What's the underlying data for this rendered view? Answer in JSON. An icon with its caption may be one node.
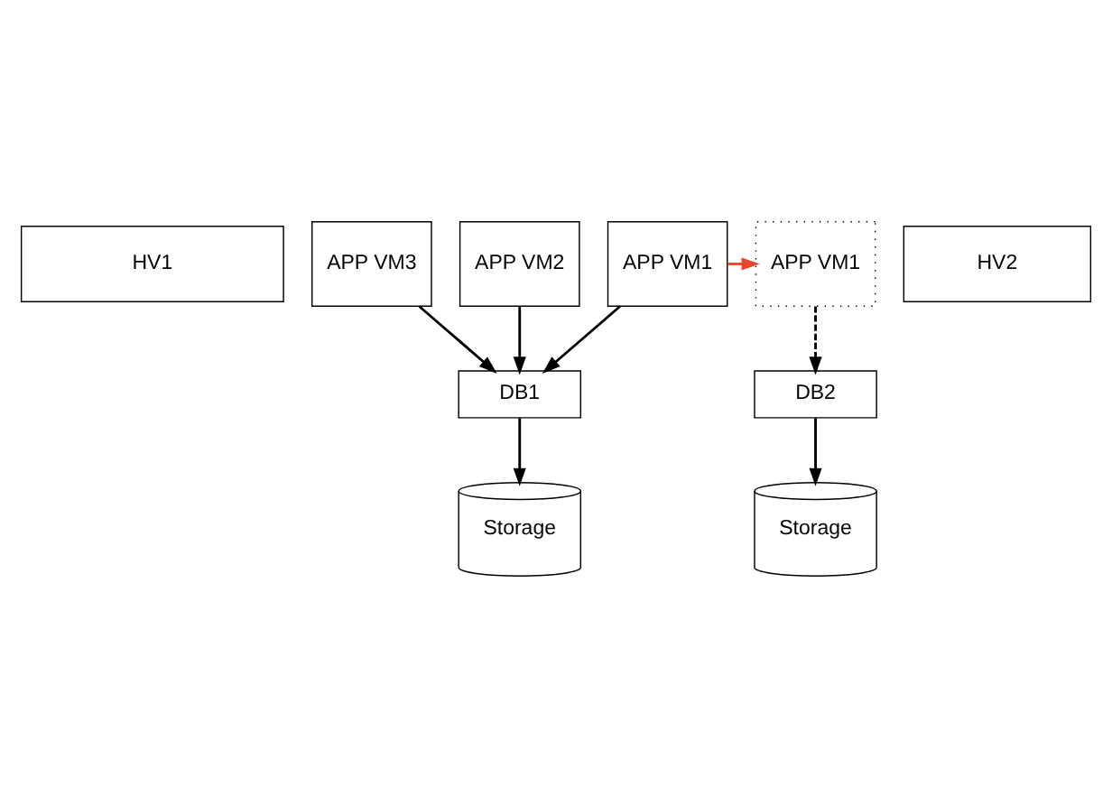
{
  "diagram": {
    "nodes": [
      {
        "text": [
          "APP VM3"
        ]
      },
      {
        "text": [
          "APP VM2"
        ]
      },
      {
        "text": [
          "APP VM1"
        ]
      },
      {
        "text": [
          "HV1"
        ]
      },
      {
        "text": [
          "APP VM1"
        ]
      },
      {
        "text": [
          "HV2"
        ]
      },
      {
        "text": [
          "DB1"
        ]
      },
      {
        "text": [
          "DB2"
        ]
      },
      {
        "text": [
          "Storage"
        ]
      },
      {
        "text": [
          "Storage"
        ]
      }
    ],
    "edges": [
      {
        "from": 0,
        "to": 6,
        "arrow": "to"
      },
      {
        "from": 1,
        "to": 6,
        "arrow": "to"
      },
      {
        "from": 2,
        "to": 6,
        "arrow": "to"
      },
      {
        "from": 2,
        "to": 4,
        "arrow": "to",
        "color": "#e8452c"
      },
      {
        "from": 4,
        "to": 7,
        "arrow": "to",
        "style": "dashed"
      },
      {
        "from": 6,
        "to": 8,
        "arrow": "to"
      },
      {
        "from": 7,
        "to": 9,
        "arrow": "to"
      }
    ]
  }
}
